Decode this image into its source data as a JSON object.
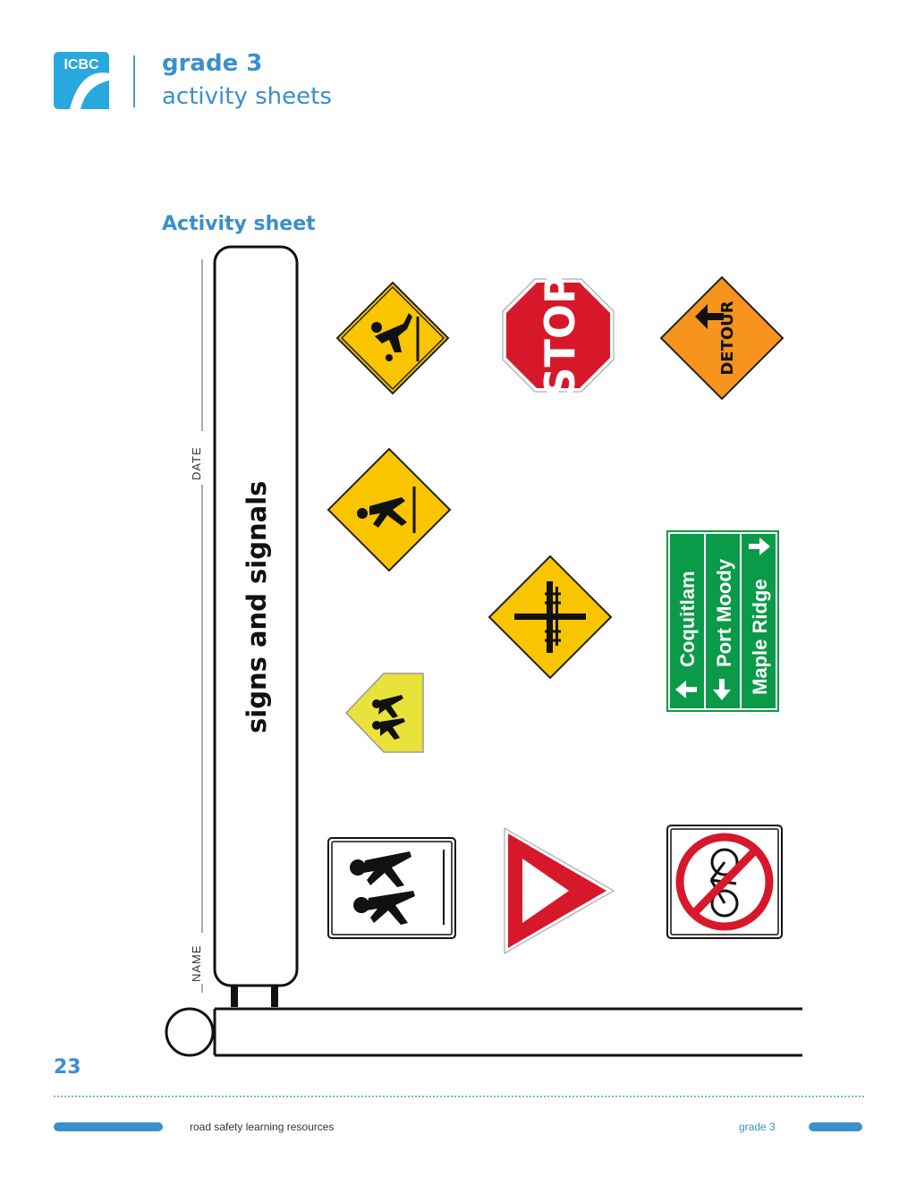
{
  "brand": {
    "logo_text": "ICBC"
  },
  "header": {
    "grade": "grade 3",
    "subtitle": "activity sheets"
  },
  "section_title": "Activity sheet",
  "worksheet": {
    "name_label": "NAME",
    "date_label": "DATE",
    "title": "signs and signals"
  },
  "signs": {
    "stop_text": "STOP",
    "detour_text": "DETOUR",
    "guide_destinations": [
      "Coquitlam",
      "Port Moody",
      "Maple Ridge"
    ]
  },
  "footer": {
    "page_number": "23",
    "left_text": "road safety learning resources",
    "right_text": "grade 3"
  },
  "colors": {
    "brand_blue": "#3a8fcc",
    "warning_yellow": "#f9c400",
    "stop_red": "#d7182a",
    "detour_orange": "#f7941d",
    "guide_green": "#0a9a48",
    "school_yellow_green": "#e8e23a"
  }
}
